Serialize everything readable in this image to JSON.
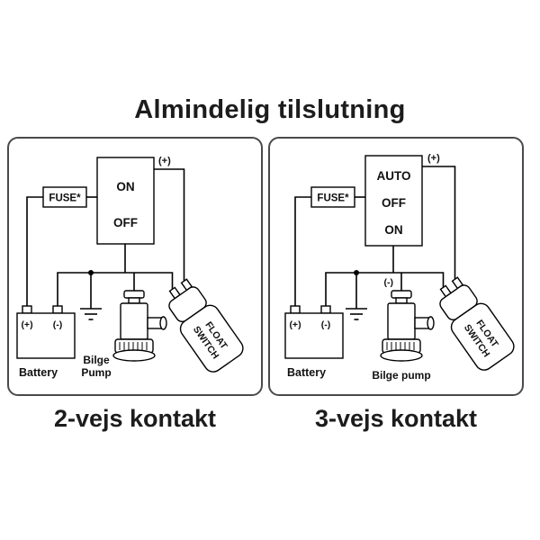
{
  "title": "Almindelig tilslutning",
  "colors": {
    "line": "#000000",
    "text": "#1c1c1c",
    "panel_border": "#4a4a4a"
  },
  "panels": [
    {
      "caption": "2-vejs kontakt",
      "switch_labels": [
        "ON",
        "OFF"
      ],
      "fuse_label": "FUSE*",
      "positive_label": "(+)",
      "battery": {
        "positive": "(+)",
        "negative": "(-)",
        "label": "Battery"
      },
      "pump_label_line1": "Bilge",
      "pump_label_line2": "Pump",
      "float_switch_line1": "FLOAT",
      "float_switch_line2": "SWITCH"
    },
    {
      "caption": "3-vejs kontakt",
      "switch_labels": [
        "AUTO",
        "OFF",
        "ON"
      ],
      "fuse_label": "FUSE*",
      "positive_label": "(+)",
      "pump_negative_label": "(-)",
      "battery": {
        "positive": "(+)",
        "negative": "(-)",
        "label": "Battery"
      },
      "pump_label": "Bilge pump",
      "float_switch_line1": "FLOAT",
      "float_switch_line2": "SWITCH"
    }
  ]
}
